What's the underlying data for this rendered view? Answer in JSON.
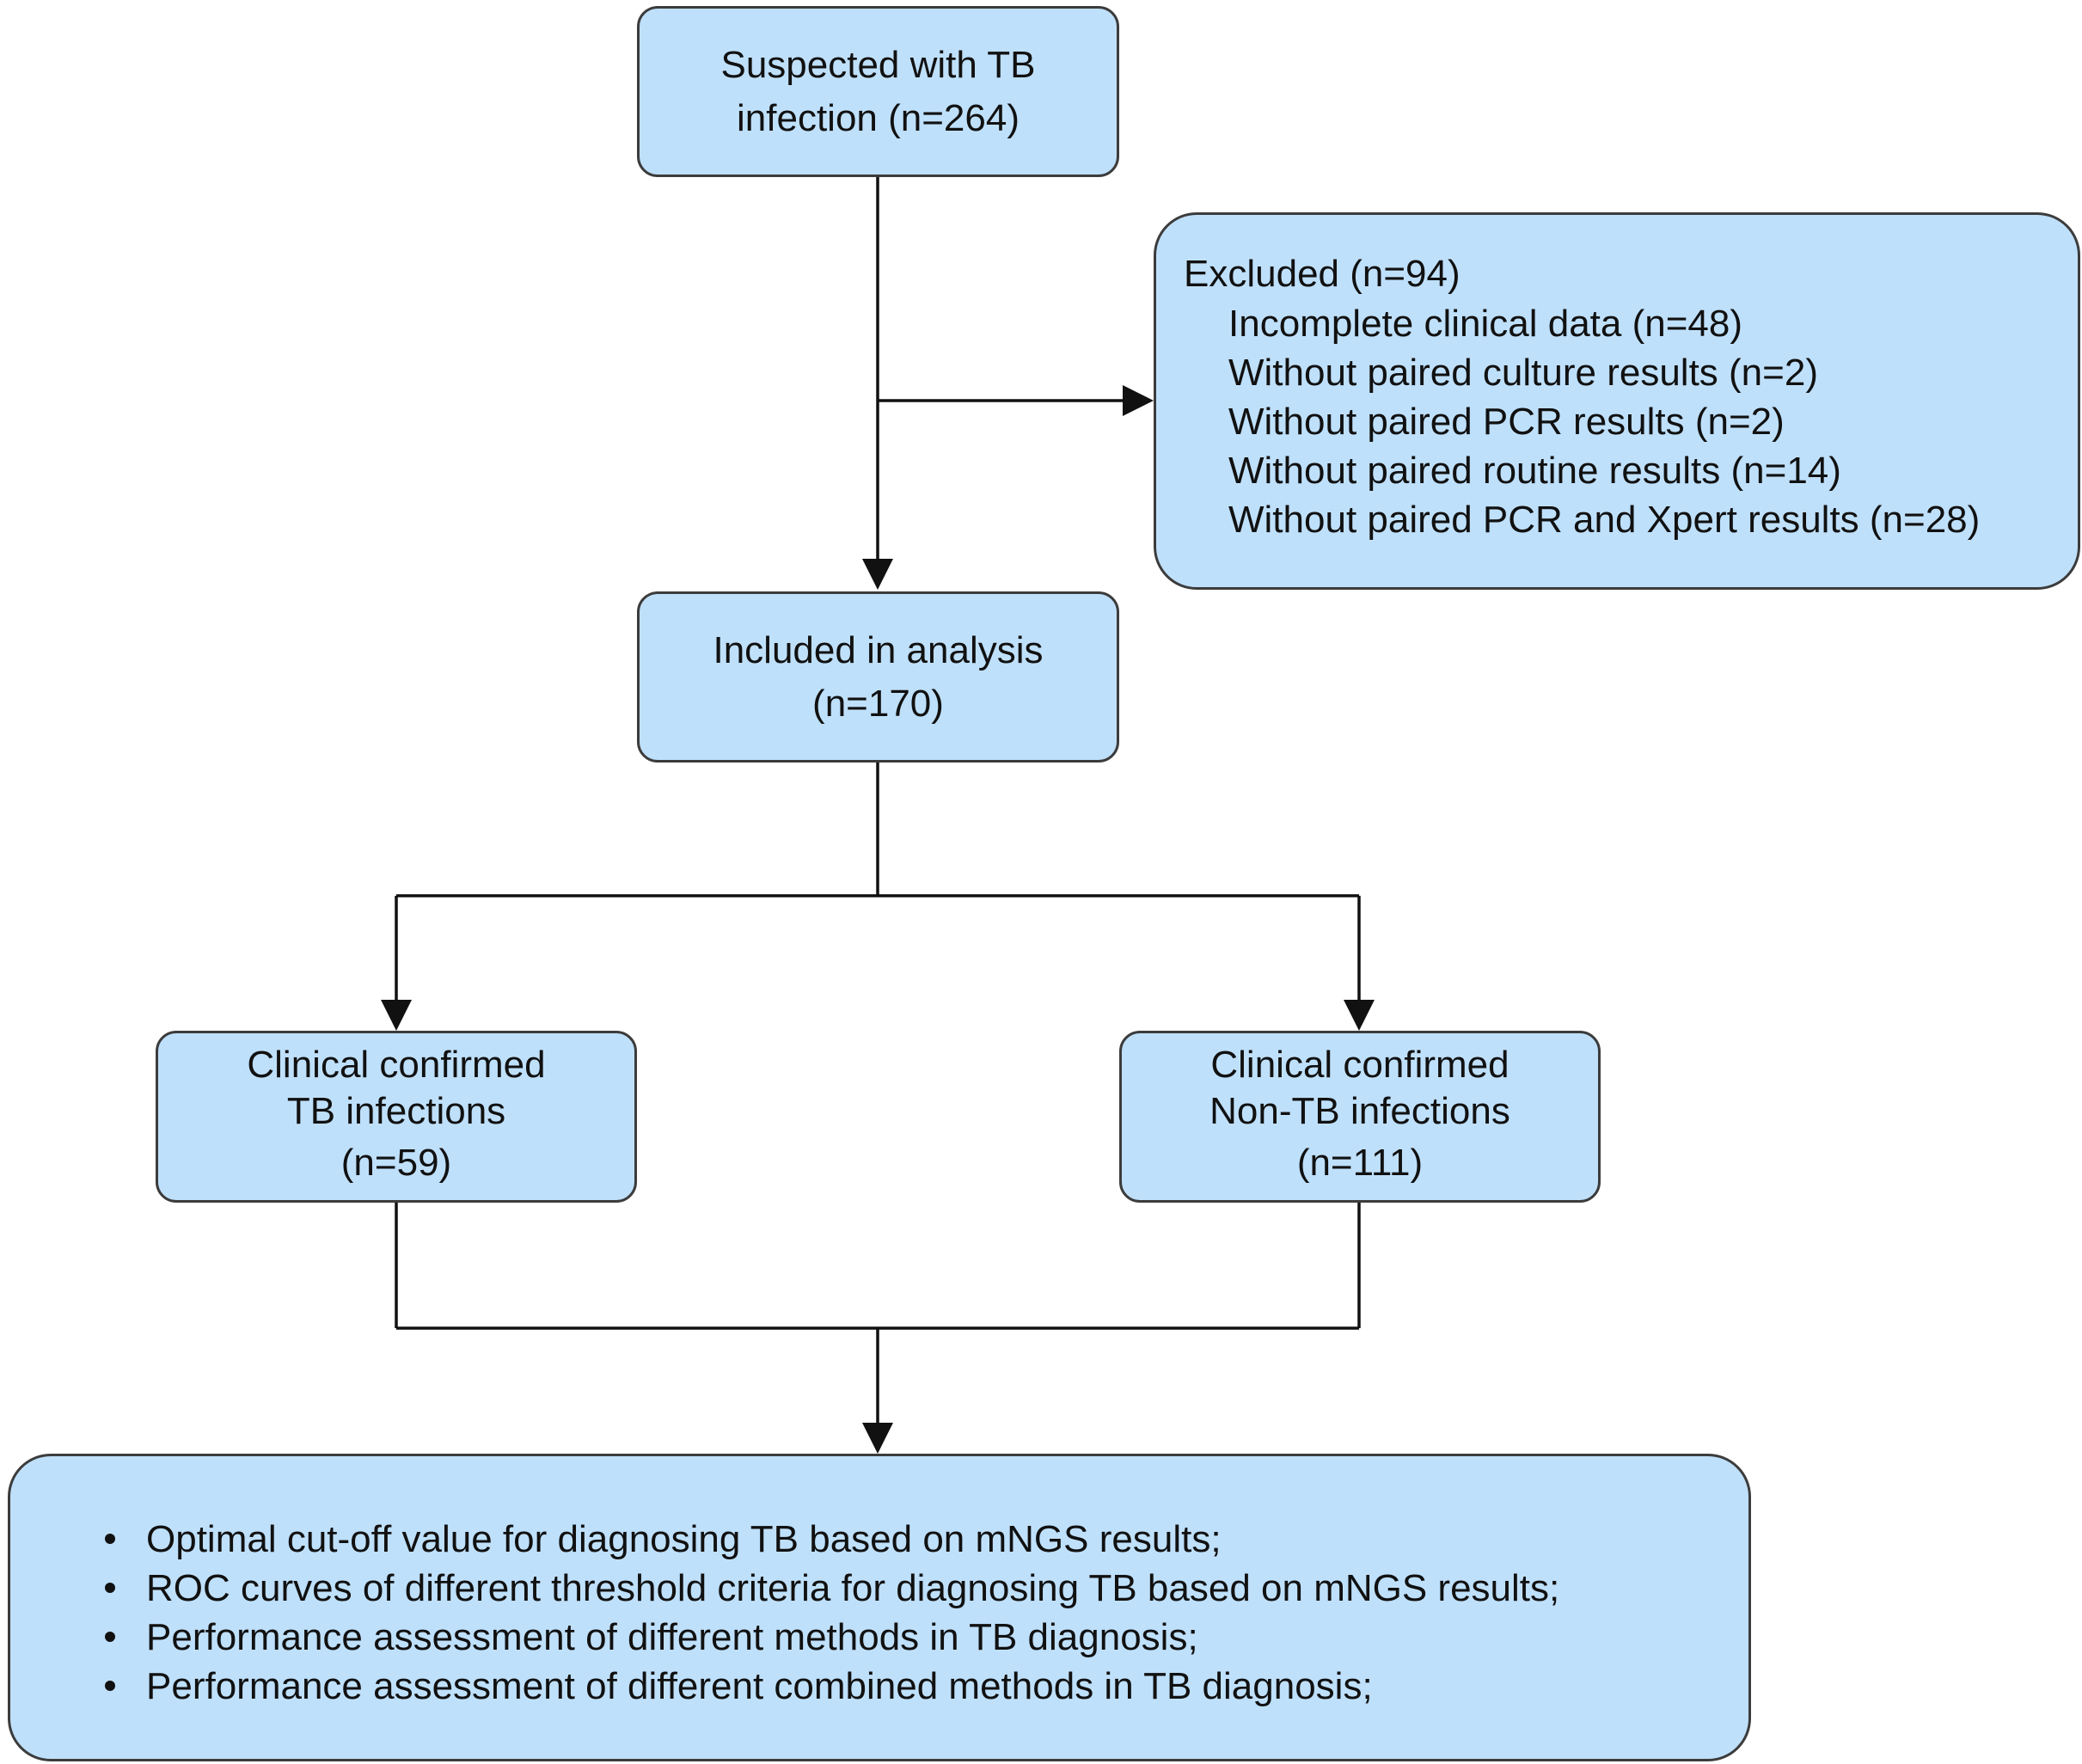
{
  "diagram": {
    "start": {
      "line1": "Suspected with TB",
      "line2": "infection (n=264)"
    },
    "excluded": {
      "title": "Excluded (n=94)",
      "items": [
        "Incomplete clinical data (n=48)",
        "Without paired culture results (n=2)",
        "Without paired PCR results (n=2)",
        "Without paired routine results (n=14)",
        "Without paired PCR and Xpert  results (n=28)"
      ]
    },
    "included": {
      "line1": "Included in analysis",
      "line2": "(n=170)"
    },
    "tb_group": {
      "line1": "Clinical confirmed",
      "line2": "TB infections",
      "line3": "(n=59)"
    },
    "non_tb_group": {
      "line1": "Clinical confirmed",
      "line2": "Non-TB infections",
      "line3": "(n=111)"
    },
    "outcomes": {
      "items": [
        "Optimal cut-off value for diagnosing TB based on mNGS results;",
        "ROC curves of different threshold criteria for diagnosing TB based on mNGS results;",
        "Performance assessment of different methods in TB diagnosis;",
        "Performance assessment of different combined methods in TB diagnosis;"
      ]
    },
    "colors": {
      "box_fill": "#bfe0fb",
      "box_border": "#3c3c3c",
      "line": "#111111"
    }
  }
}
